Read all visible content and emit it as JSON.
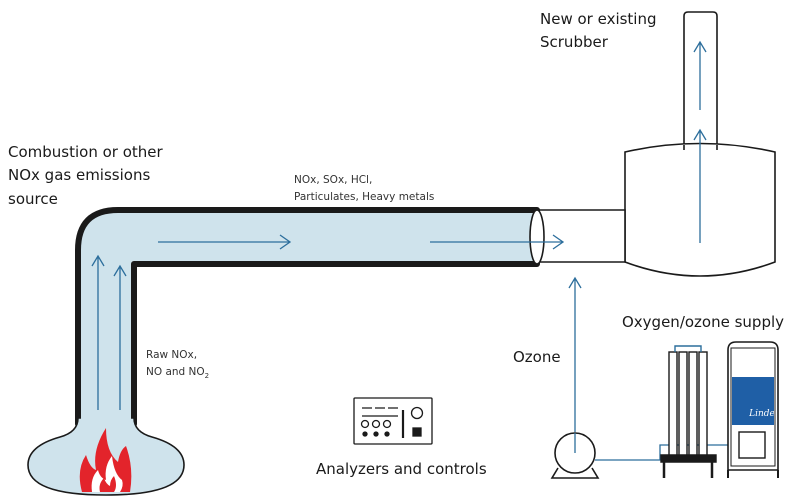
{
  "labels": {
    "scrubber": [
      "New or existing",
      "Scrubber"
    ],
    "source": [
      "Combustion or other",
      "NOx gas emissions",
      "source"
    ],
    "emissions": [
      "NOx, SOx, HCl,",
      "Particulates, Heavy metals"
    ],
    "raw": [
      "Raw NOx,",
      "NO and NO",
      "2"
    ],
    "ozone": "Ozone",
    "supply": "Oxygen/ozone supply",
    "analyzers": "Analyzers and controls",
    "brand": "Linde"
  },
  "colors": {
    "gas_fill": "#cfe3ec",
    "outline": "#1a1a1a",
    "flow_arrow": "#2c6e9c",
    "flame": "#e3242b",
    "brand_panel": "#1f5fa6"
  },
  "icons": [
    "flame-icon",
    "ozone-generator-icon",
    "oxygen-tank-icon",
    "blower-icon",
    "analyzer-panel-icon",
    "flow-arrow-icon"
  ]
}
